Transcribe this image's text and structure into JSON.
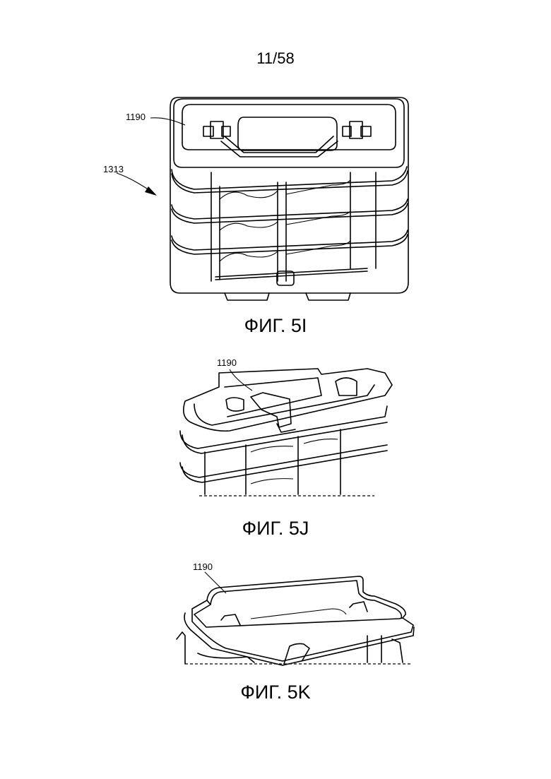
{
  "page_number": "11/58",
  "figures": [
    {
      "id": "5I",
      "caption": "ФИГ. 5I",
      "reference_labels": [
        "1190",
        "1313"
      ],
      "description": "front view of stacked tray assembly with lid handle"
    },
    {
      "id": "5J",
      "caption": "ФИГ. 5J",
      "reference_labels": [
        "1190"
      ],
      "description": "perspective view of lid on stacked trays (partial)"
    },
    {
      "id": "5K",
      "caption": "ФИГ. 5K",
      "reference_labels": [
        "1190"
      ],
      "description": "perspective view of lid with raised handle (partial)"
    }
  ]
}
